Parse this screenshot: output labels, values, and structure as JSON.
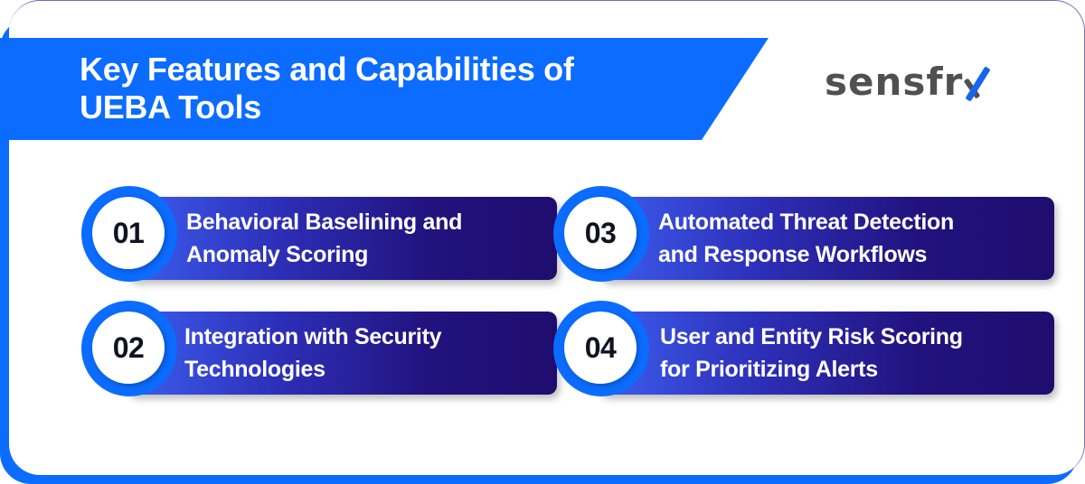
{
  "header": {
    "title_line1": "Key Features and Capabilities of",
    "title_line2": "UEBA Tools"
  },
  "logo": {
    "text": "sensfr",
    "mark": "x-mark-icon",
    "colors": {
      "text": "#505050",
      "accent": "#1565f0"
    }
  },
  "features": [
    {
      "number": "01",
      "line1": "Behavioral Baselining and",
      "line2": "Anomaly Scoring"
    },
    {
      "number": "02",
      "line1": "Integration with Security",
      "line2": "Technologies"
    },
    {
      "number": "03",
      "line1": "Automated Threat Detection",
      "line2": "and Response Workflows"
    },
    {
      "number": "04",
      "line1": "User and Entity Risk Scoring",
      "line2": "for Prioritizing Alerts"
    }
  ],
  "colors": {
    "brand_blue": "#0b6cff",
    "pill_gradient_start": "#3d5ef0",
    "pill_gradient_end": "#1f0d6e",
    "number_text": "#111122"
  }
}
